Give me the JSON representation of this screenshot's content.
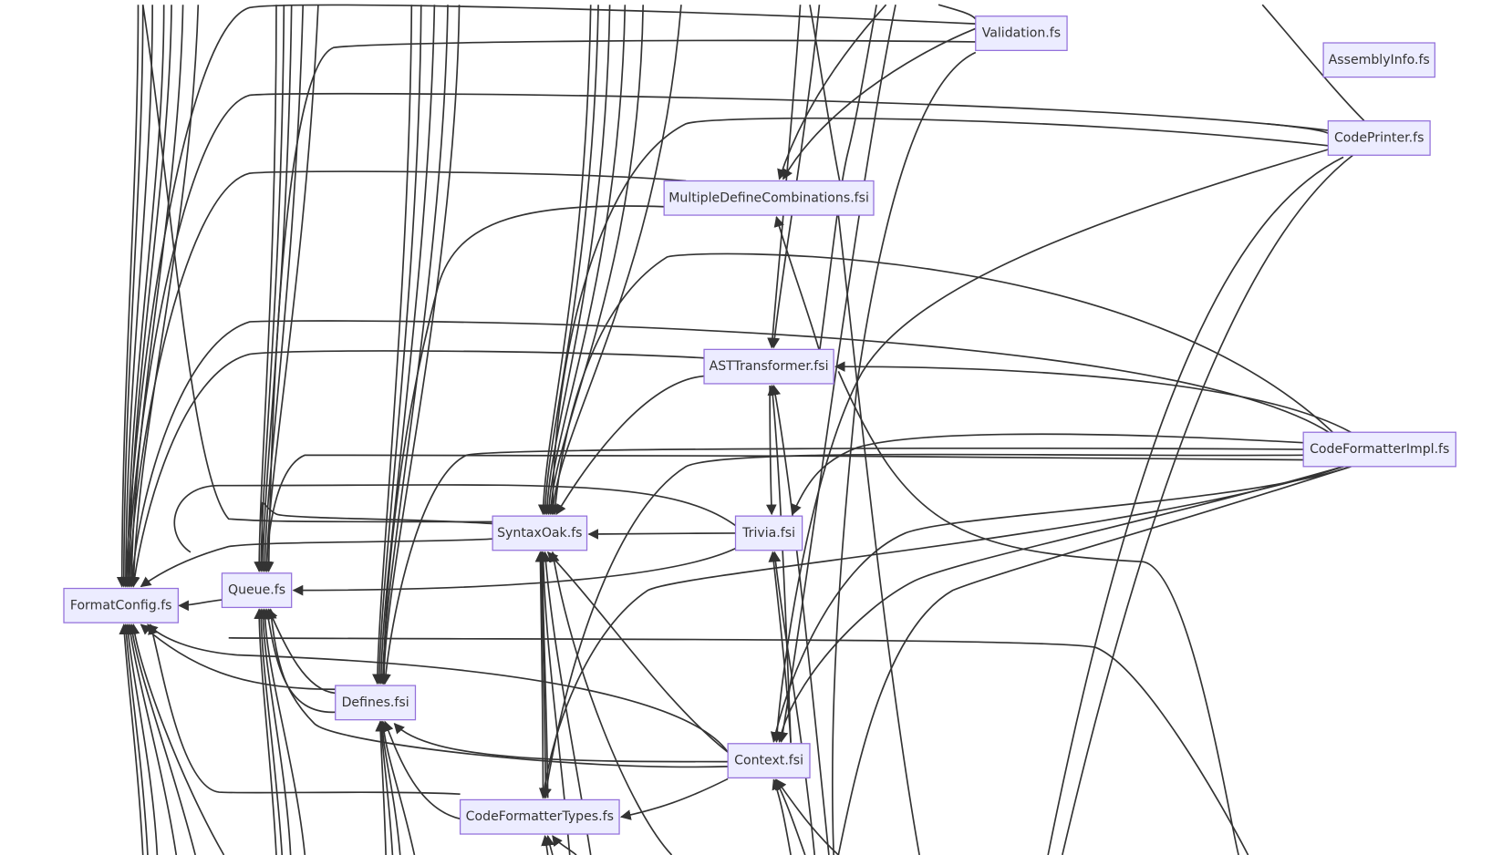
{
  "diagram": {
    "type": "flowchart",
    "colors": {
      "node_fill": "#ECECFF",
      "node_border": "#9370DB",
      "edge": "#333333"
    },
    "nodes": {
      "validation": "Validation.fs",
      "assemblyinfo": "AssemblyInfo.fs",
      "codeprinter": "CodePrinter.fs",
      "multipledefine": "MultipleDefineCombinations.fsi",
      "asttransformer": "ASTTransformer.fsi",
      "codeformatterimpl": "CodeFormatterImpl.fs",
      "syntaxoak": "SyntaxOak.fs",
      "trivia": "Trivia.fsi",
      "formatconfig": "FormatConfig.fs",
      "queue": "Queue.fs",
      "defines": "Defines.fsi",
      "context": "Context.fsi",
      "codeformattertypes": "CodeFormatterTypes.fs"
    }
  }
}
